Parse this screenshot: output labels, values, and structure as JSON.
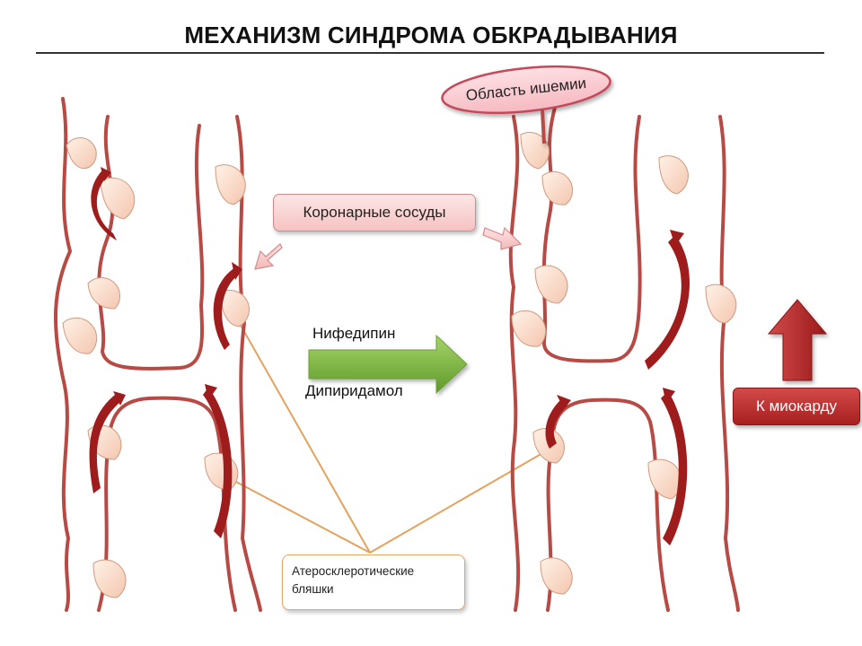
{
  "title": "МЕХАНИЗМ СИНДРОМА ОБКРАДЫВАНИЯ",
  "labels": {
    "ischemia": "Область ишемии",
    "coronary": "Коронарные сосуды",
    "drug1": "Нифедипин",
    "drug2": "Дипиридамол",
    "myocard": "К миокарду",
    "plaques": "Атеросклеротические бляшки"
  },
  "colors": {
    "vessel": "#b84a45",
    "plaque_fill": "#fadcc8",
    "plaque_stroke": "#c88a70",
    "flow_arrow": "#9e1c1c",
    "pointer_line": "#e0a060",
    "green_arrow": "#79b43c",
    "red_arrow": "#b52a2a",
    "callout_fill": "#f8cccc"
  },
  "icons": {
    "flow": "curved-arrow-icon",
    "green": "right-arrow-icon",
    "myocard": "up-arrow-icon"
  }
}
